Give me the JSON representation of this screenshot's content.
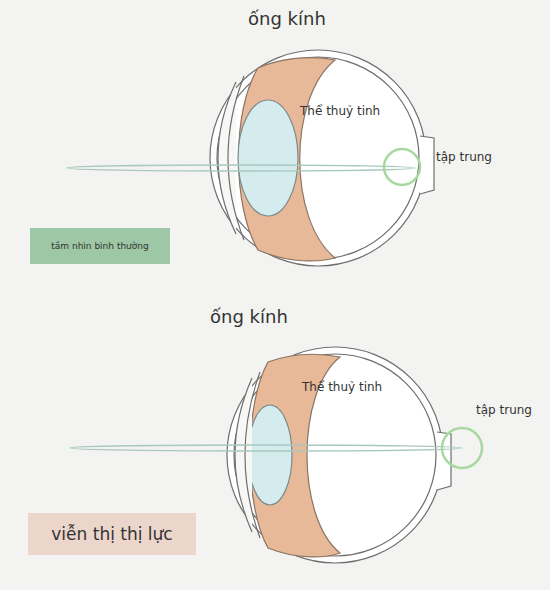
{
  "diagram": {
    "nodes": [
      {
        "text": [
          "tầm nhìn bình thường"
        ]
      },
      {
        "text": [
          "viễn thị thị lực"
        ]
      }
    ],
    "edges": [],
    "labels": [
      "ống kính",
      "Thể thuỷ tinh",
      "tập trung",
      "ống kính",
      "Thể thuỷ tinh",
      "tập trung"
    ]
  }
}
